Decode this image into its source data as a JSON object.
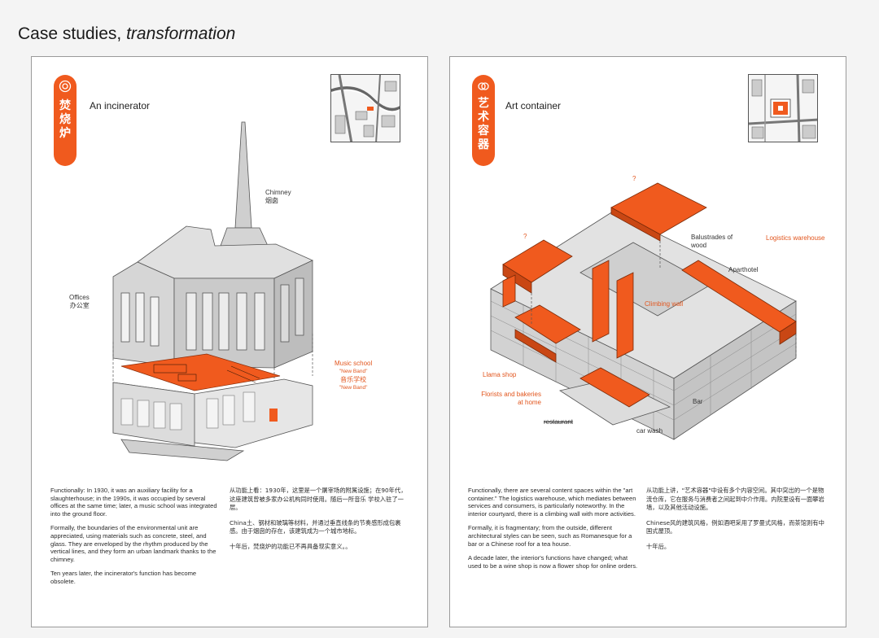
{
  "header": {
    "title_main": "Case studies, ",
    "title_italic": "transformation"
  },
  "left": {
    "badge_chars": [
      "焚",
      "烧",
      "炉"
    ],
    "heading": "An incinerator",
    "labels": {
      "chimney_en": "Chimney",
      "chimney_zh": "烟囱",
      "offices_en": "Offices",
      "offices_zh": "办公室",
      "music_en": "Music school",
      "music_q1": "\"New Band\"",
      "music_zh": "音乐学校",
      "music_q2": "\"New Band\""
    },
    "text_en": [
      "Functionally: In 1930, it was an auxiliary facility for a slaughterhouse; in the 1990s, it was occupied by several offices at the same time; later, a music school was integrated into the ground floor.",
      "Formally, the boundaries of the environmental unit are appreciated, using materials such as concrete, steel, and glass. They are enveloped by the rhythm produced by the vertical lines, and they form an urban landmark thanks to the chimney.",
      "Ten years later, the incinerator's function has become obsolete."
    ],
    "text_zh": [
      "从功能上看：1930年，这里是一个屠宰场的附属设施；在90年代，这座建筑曾被多家办公机构同时使用。随后一所音乐 学校入驻了一层。",
      "China土、钢材和玻璃等材料，并通过垂直线条的节奏感形成包裹感。由于烟囱的存在，该建筑成为一个城市地标。",
      "十年后，焚烧炉的功能已不再具备现实意义。。"
    ]
  },
  "right": {
    "badge_chars": [
      "艺",
      "术",
      "容",
      "器"
    ],
    "heading": "Art container",
    "labels": {
      "q1": "?",
      "q2": "?",
      "balustrades": "Balustrades of",
      "wood": "wood",
      "logistics": "Logistics warehouse",
      "aparthotel": "Aparthotel",
      "climbing": "Climbing wall",
      "llama": "Llama shop",
      "florists": "Florists and bakeries",
      "at_home": "at home",
      "bar": "Bar",
      "restaurant": "restaurant",
      "carwash": "car wash"
    },
    "text_en": [
      "Functionally, there are several content spaces within the \"art container.\" The logistics warehouse, which mediates between services and consumers, is particularly noteworthy. In the interior courtyard, there is a climbing wall with more activities.",
      "Formally, it is fragmentary; from the outside, different architectural styles can be seen, such as Romanesque for a bar or a Chinese roof for a tea house.",
      "A decade later, the interior's functions have changed; what used to be a wine shop is now a flower shop for online orders."
    ],
    "text_zh": [
      "从功能上讲，\"艺术容器\"中设有多个内容空间。其中突出的一个是物流仓库，它在服务与消费者之间起到中介作用。内院里设有一面攀岩墙，以及其他活动设施。",
      "Chinese风的建筑风格，例如酒吧采用了罗曼式风格，而茶馆则有中 国式屋顶。",
      "十年后。"
    ]
  },
  "colors": {
    "accent": "#f05a1e",
    "line": "#555555",
    "fill": "#d9d9d9"
  }
}
